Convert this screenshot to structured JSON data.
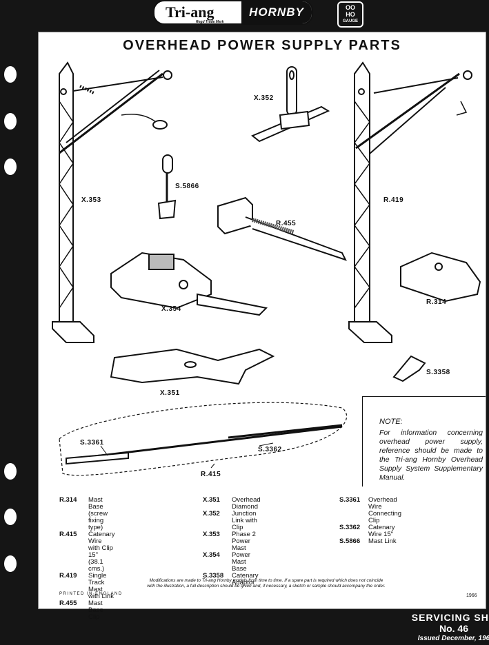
{
  "brand": {
    "name": "Tri-ang",
    "registered": "Regd Trade Mark",
    "product_line": "HORNBY"
  },
  "gauge": {
    "top": "OO",
    "mid": "HO",
    "bottom": "GAUGE"
  },
  "title": "OVERHEAD POWER SUPPLY PARTS",
  "part_labels": {
    "x353": "X.353",
    "x352": "X.352",
    "s5866": "S.5866",
    "r455": "R.455",
    "r419": "R.419",
    "x354": "X.354",
    "r314": "R.314",
    "s3358": "S.3358",
    "x351": "X.351",
    "s3361": "S.3361",
    "s3362": "S.3362",
    "r415": "R.415"
  },
  "note": {
    "heading": "NOTE:",
    "body": "For information concerning overhead power supply, reference should be made to the Tri-ang Hornby Overhead Supply System Supplementary Manual."
  },
  "legend": {
    "col1": [
      {
        "code": "R.314",
        "desc": "Mast Base (screw fixing type)"
      },
      {
        "code": "R.415",
        "desc": "Catenary Wire with Clip 15\""
      },
      {
        "code": "",
        "desc": "(38.1 cms.)"
      },
      {
        "code": "R.419",
        "desc": "Single Track Mast with Link"
      },
      {
        "code": "R.455",
        "desc": "Mast Base Clip"
      }
    ],
    "col2": [
      {
        "code": "X.351",
        "desc": "Overhead Diamond"
      },
      {
        "code": "X.352",
        "desc": "Junction Link with Clip"
      },
      {
        "code": "X.353",
        "desc": "Phase 2 Power Mast"
      },
      {
        "code": "X.354",
        "desc": "Power Mast Base"
      },
      {
        "code": "S.3358",
        "desc": "Catenary Adaptor"
      }
    ],
    "col3": [
      {
        "code": "S.3361",
        "desc": "Overhead Wire Connecting"
      },
      {
        "code": "",
        "desc": "Clip"
      },
      {
        "code": "S.3362",
        "desc": "Catenary Wire 15\""
      },
      {
        "code": "S.5866",
        "desc": "Mast Link"
      }
    ]
  },
  "footnote": {
    "line1": "Modifications are made to Tri-ang Hornby models from time to time. If a spare part is required which does not coincide",
    "line2": "with the illustration, a full description should be given and, if necessary, a sketch or sample should accompany the order."
  },
  "printed": "PRINTED IN ENGLAND",
  "year": "1966",
  "servicing": {
    "line1": "SERVICING SHE",
    "line2": "No. 46",
    "line3": "Issued December, 196"
  }
}
